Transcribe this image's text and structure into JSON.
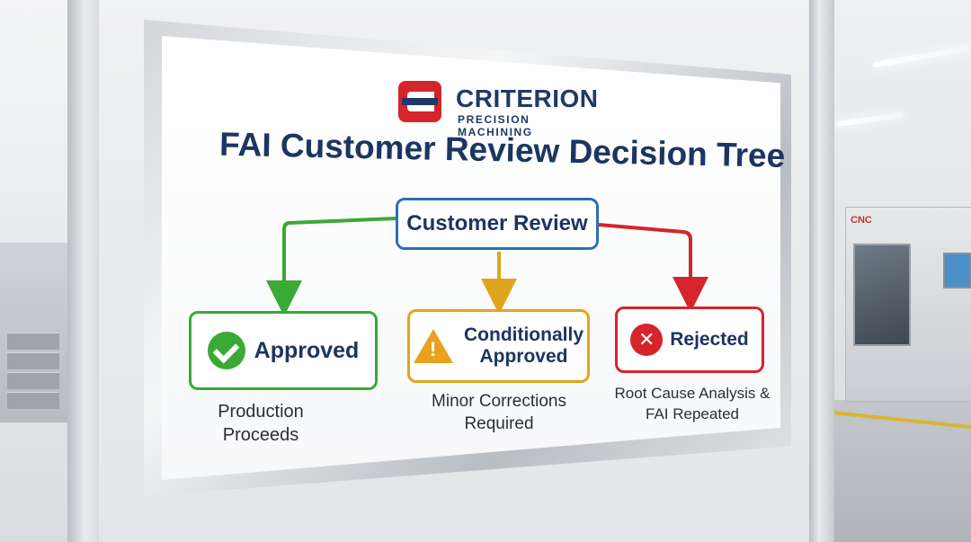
{
  "logo": {
    "name": "CRITERION",
    "tagline": "PRECISION MACHINING",
    "brand_color": "#1f3a68",
    "accent_color": "#d6242b"
  },
  "title": "FAI Customer Review Decision Tree",
  "diagram": {
    "root": {
      "label": "Customer Review",
      "color": "#2d6fb7"
    },
    "branches": [
      {
        "label": "Approved",
        "icon": "check-circle-icon",
        "color": "#3aa935",
        "outcome": "Production Proceeds"
      },
      {
        "label": "Conditionally Approved",
        "icon": "warning-triangle-icon",
        "color": "#e0a51c",
        "outcome": "Minor Corrections Required"
      },
      {
        "label": "Rejected",
        "icon": "x-circle-icon",
        "color": "#d6242b",
        "outcome": "Root Cause Analysis & FAI Repeated"
      }
    ]
  },
  "background": {
    "machine_label": "CNC"
  }
}
